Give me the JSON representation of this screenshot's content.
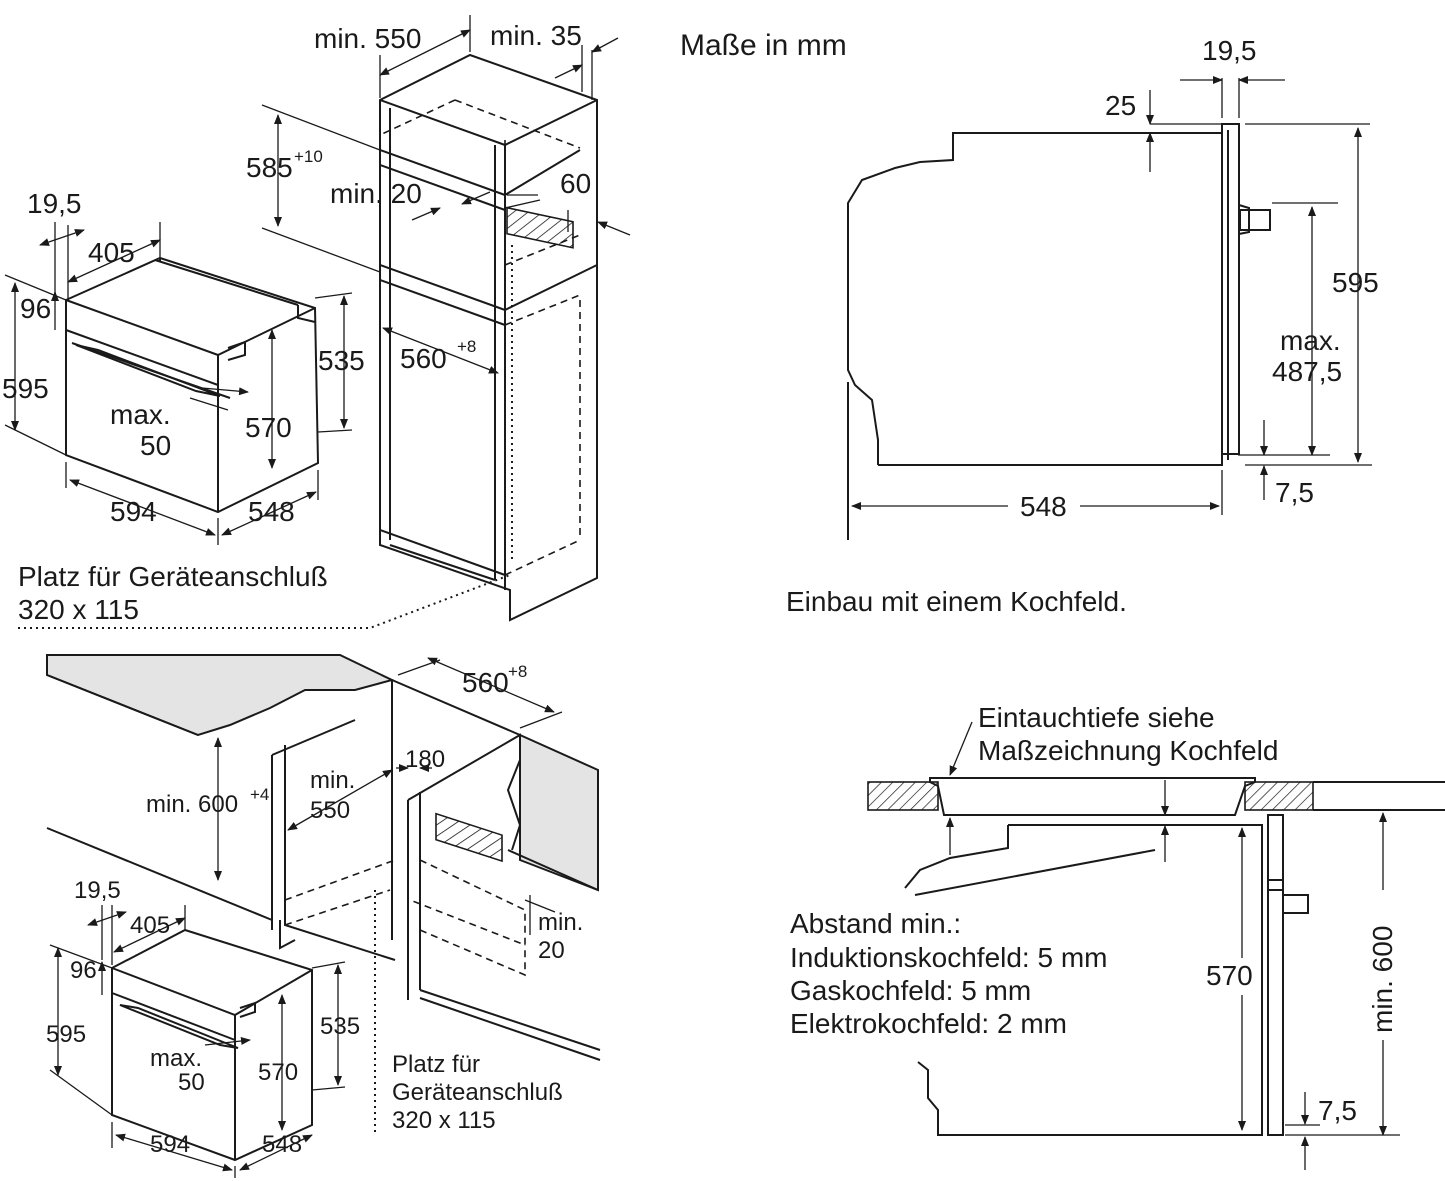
{
  "title": "Maße in mm",
  "top_left": {
    "oven": {
      "d19_5": "19,5",
      "d405": "405",
      "d96": "96",
      "d595": "595",
      "dmax": "max.",
      "d50": "50",
      "d570": "570",
      "d535": "535",
      "d594": "594",
      "d548": "548"
    },
    "cabinet": {
      "min550": "min. 550",
      "min35": "min. 35",
      "d585": "585",
      "d585_sup": "+10",
      "min20": "min. 20",
      "d60": "60",
      "d560": "560",
      "d560_sup": "+8"
    },
    "connection": {
      "line1": "Platz für Geräteanschluß",
      "line2": "320 x 115"
    }
  },
  "top_right": {
    "d19_5": "19,5",
    "d25": "25",
    "d595": "595",
    "dmax": "max.",
    "d487_5": "487,5",
    "d548": "548",
    "d7_5": "7,5",
    "caption": "Einbau mit einem Kochfeld."
  },
  "bottom_left": {
    "d560": "560",
    "d560_sup": "+8",
    "min600": "min. 600",
    "min600_sup": "+4",
    "min": "min.",
    "d550": "550",
    "d180": "180",
    "min20a": "min.",
    "min20b": "20",
    "oven": {
      "d19_5": "19,5",
      "d405": "405",
      "d96": "96",
      "d595": "595",
      "dmax": "max.",
      "d50": "50",
      "d570": "570",
      "d535": "535",
      "d594": "594",
      "d548": "548"
    },
    "connection": {
      "line1": "Platz für",
      "line2": "Geräteanschluß",
      "line3": "320 x 115"
    }
  },
  "bottom_right": {
    "note1": "Eintauchtiefe siehe",
    "note2": "Maßzeichnung Kochfeld",
    "dist_title": "Abstand min.:",
    "dist1": "Induktionskochfeld: 5 mm",
    "dist2": "Gaskochfeld: 5 mm",
    "dist3": "Elektrokochfeld: 2 mm",
    "d570": "570",
    "min600": "min. 600",
    "d7_5": "7,5"
  }
}
